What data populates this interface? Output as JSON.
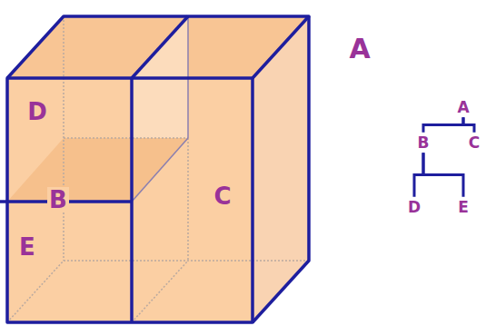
{
  "diagram": {
    "nodes": [
      {
        "text": [
          "A"
        ]
      },
      {
        "text": [
          "B"
        ]
      },
      {
        "text": [
          "C"
        ]
      },
      {
        "text": [
          "D"
        ]
      },
      {
        "text": [
          "E"
        ]
      }
    ],
    "edges": [
      {
        "from": 0,
        "to": 1,
        "arrow": "none"
      },
      {
        "from": 0,
        "to": 2,
        "arrow": "none"
      },
      {
        "from": 1,
        "to": 3,
        "arrow": "none"
      },
      {
        "from": 1,
        "to": 4,
        "arrow": "none"
      }
    ],
    "labels": [
      "A",
      "D",
      "B",
      "E",
      "C"
    ]
  }
}
